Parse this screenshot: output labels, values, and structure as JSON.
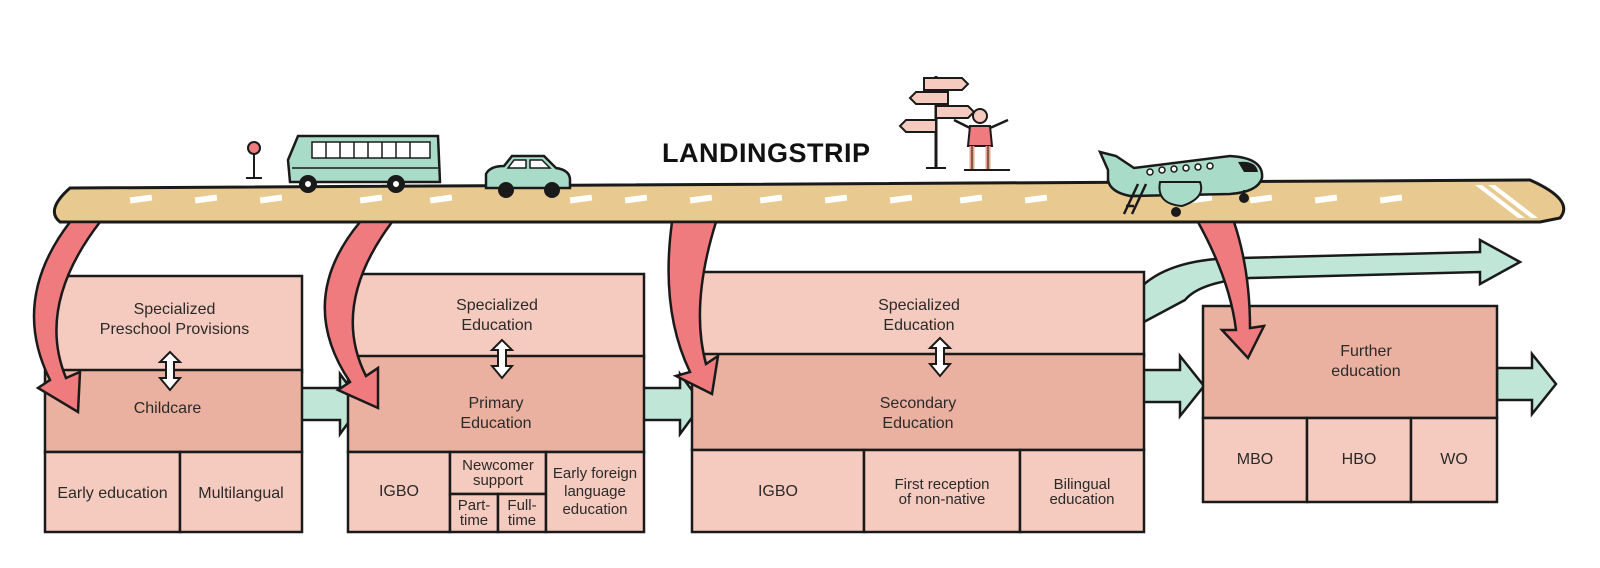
{
  "title": "LANDINGSTRIP",
  "colors": {
    "road": "#e8c98f",
    "box_light": "#f6cbbf",
    "box_mid": "#eab1a0",
    "red_arrow": "#f07b7e",
    "green_arrow": "#bfe6d6",
    "vehicle": "#a9dcc8",
    "outline": "#1a1a1a"
  },
  "stages": {
    "preschool": {
      "top": "Specialized\nPreschool Provisions",
      "middle": "Childcare",
      "bottom": [
        "Early education",
        "Multilangual"
      ]
    },
    "primary": {
      "top": "Specialized\nEducation",
      "middle": "Primary\nEducation",
      "bottom_left": "IGBO",
      "newcomer": "Newcomer\nsupport",
      "part_time": "Part-\ntime",
      "full_time": "Full-\ntime",
      "bottom_right": "Early foreign\nlanguage\neducation"
    },
    "secondary": {
      "top": "Specialized\nEducation",
      "middle": "Secondary\nEducation",
      "bottom": [
        "IGBO",
        "First reception\nof non-native",
        "Bilingual\neducation"
      ]
    },
    "further": {
      "top": "Further\neducation",
      "bottom": [
        "MBO",
        "HBO",
        "WO"
      ]
    }
  }
}
